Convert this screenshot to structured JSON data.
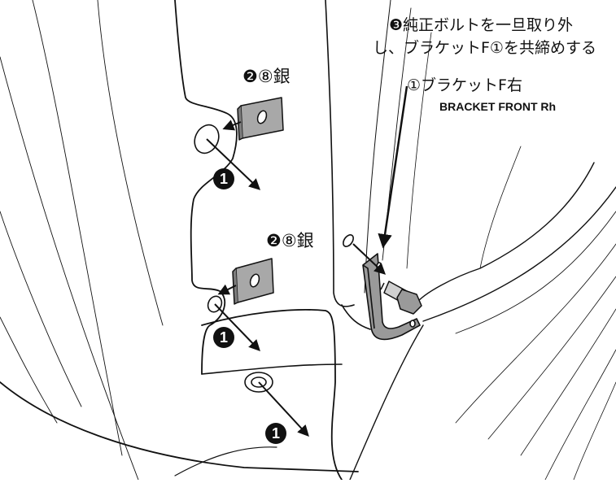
{
  "callouts": {
    "step3_line1": "❸純正ボルトを一旦取り外",
    "step3_line2": "し、ブラケットF①を共締めする",
    "part1_jp": "①ブラケットF右",
    "part1_en": "BRACKET FRONT Rh",
    "clip_upper": "❷⑧銀",
    "clip_lower": "❷⑧銀"
  },
  "step_markers": {
    "step1_num": "1"
  },
  "colors": {
    "line": "#111111",
    "part_fill": "#9a9a9a",
    "part_dark": "#6f6f6f",
    "clip_fill": "#a8a8a8",
    "background": "#ffffff"
  }
}
